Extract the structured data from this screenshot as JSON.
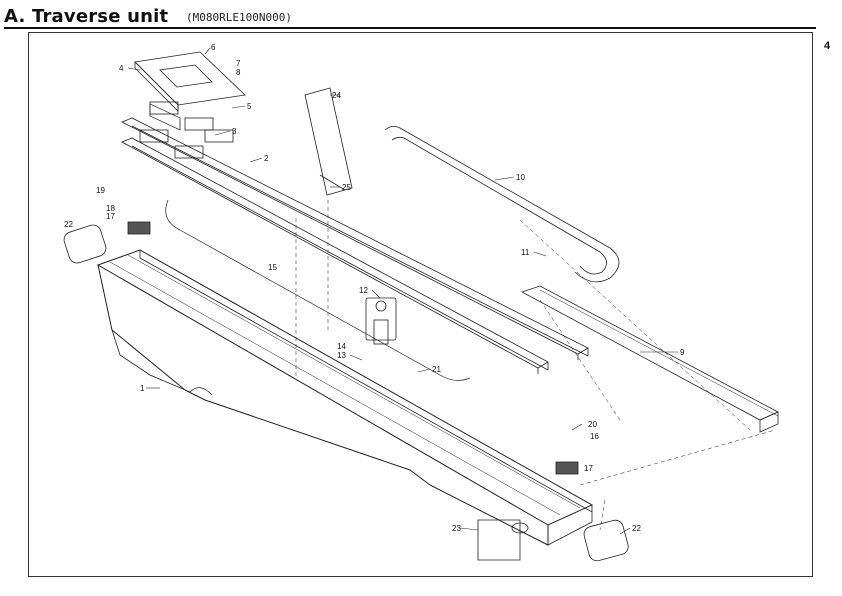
{
  "header": {
    "title": "A. Traverse unit",
    "subtitle": "(M080RLE100N000)",
    "page_number": "4"
  },
  "callouts": [
    {
      "id": "c1",
      "text": "1"
    },
    {
      "id": "c2",
      "text": "2"
    },
    {
      "id": "c3",
      "text": "3"
    },
    {
      "id": "c4",
      "text": "4"
    },
    {
      "id": "c5",
      "text": "5"
    },
    {
      "id": "c6",
      "text": "6"
    },
    {
      "id": "c7",
      "text": "7"
    },
    {
      "id": "c8",
      "text": "8"
    },
    {
      "id": "c9",
      "text": "9"
    },
    {
      "id": "c10",
      "text": "10"
    },
    {
      "id": "c11",
      "text": "11"
    },
    {
      "id": "c12",
      "text": "12"
    },
    {
      "id": "c13",
      "text": "13"
    },
    {
      "id": "c14",
      "text": "14"
    },
    {
      "id": "c15",
      "text": "15"
    },
    {
      "id": "c16",
      "text": "16"
    },
    {
      "id": "c17a",
      "text": "17"
    },
    {
      "id": "c17b",
      "text": "17"
    },
    {
      "id": "c18",
      "text": "18"
    },
    {
      "id": "c19",
      "text": "19"
    },
    {
      "id": "c20",
      "text": "20"
    },
    {
      "id": "c21",
      "text": "21"
    },
    {
      "id": "c22a",
      "text": "22"
    },
    {
      "id": "c22b",
      "text": "22"
    },
    {
      "id": "c23",
      "text": "23"
    },
    {
      "id": "c24",
      "text": "24"
    },
    {
      "id": "c25",
      "text": "25"
    }
  ]
}
